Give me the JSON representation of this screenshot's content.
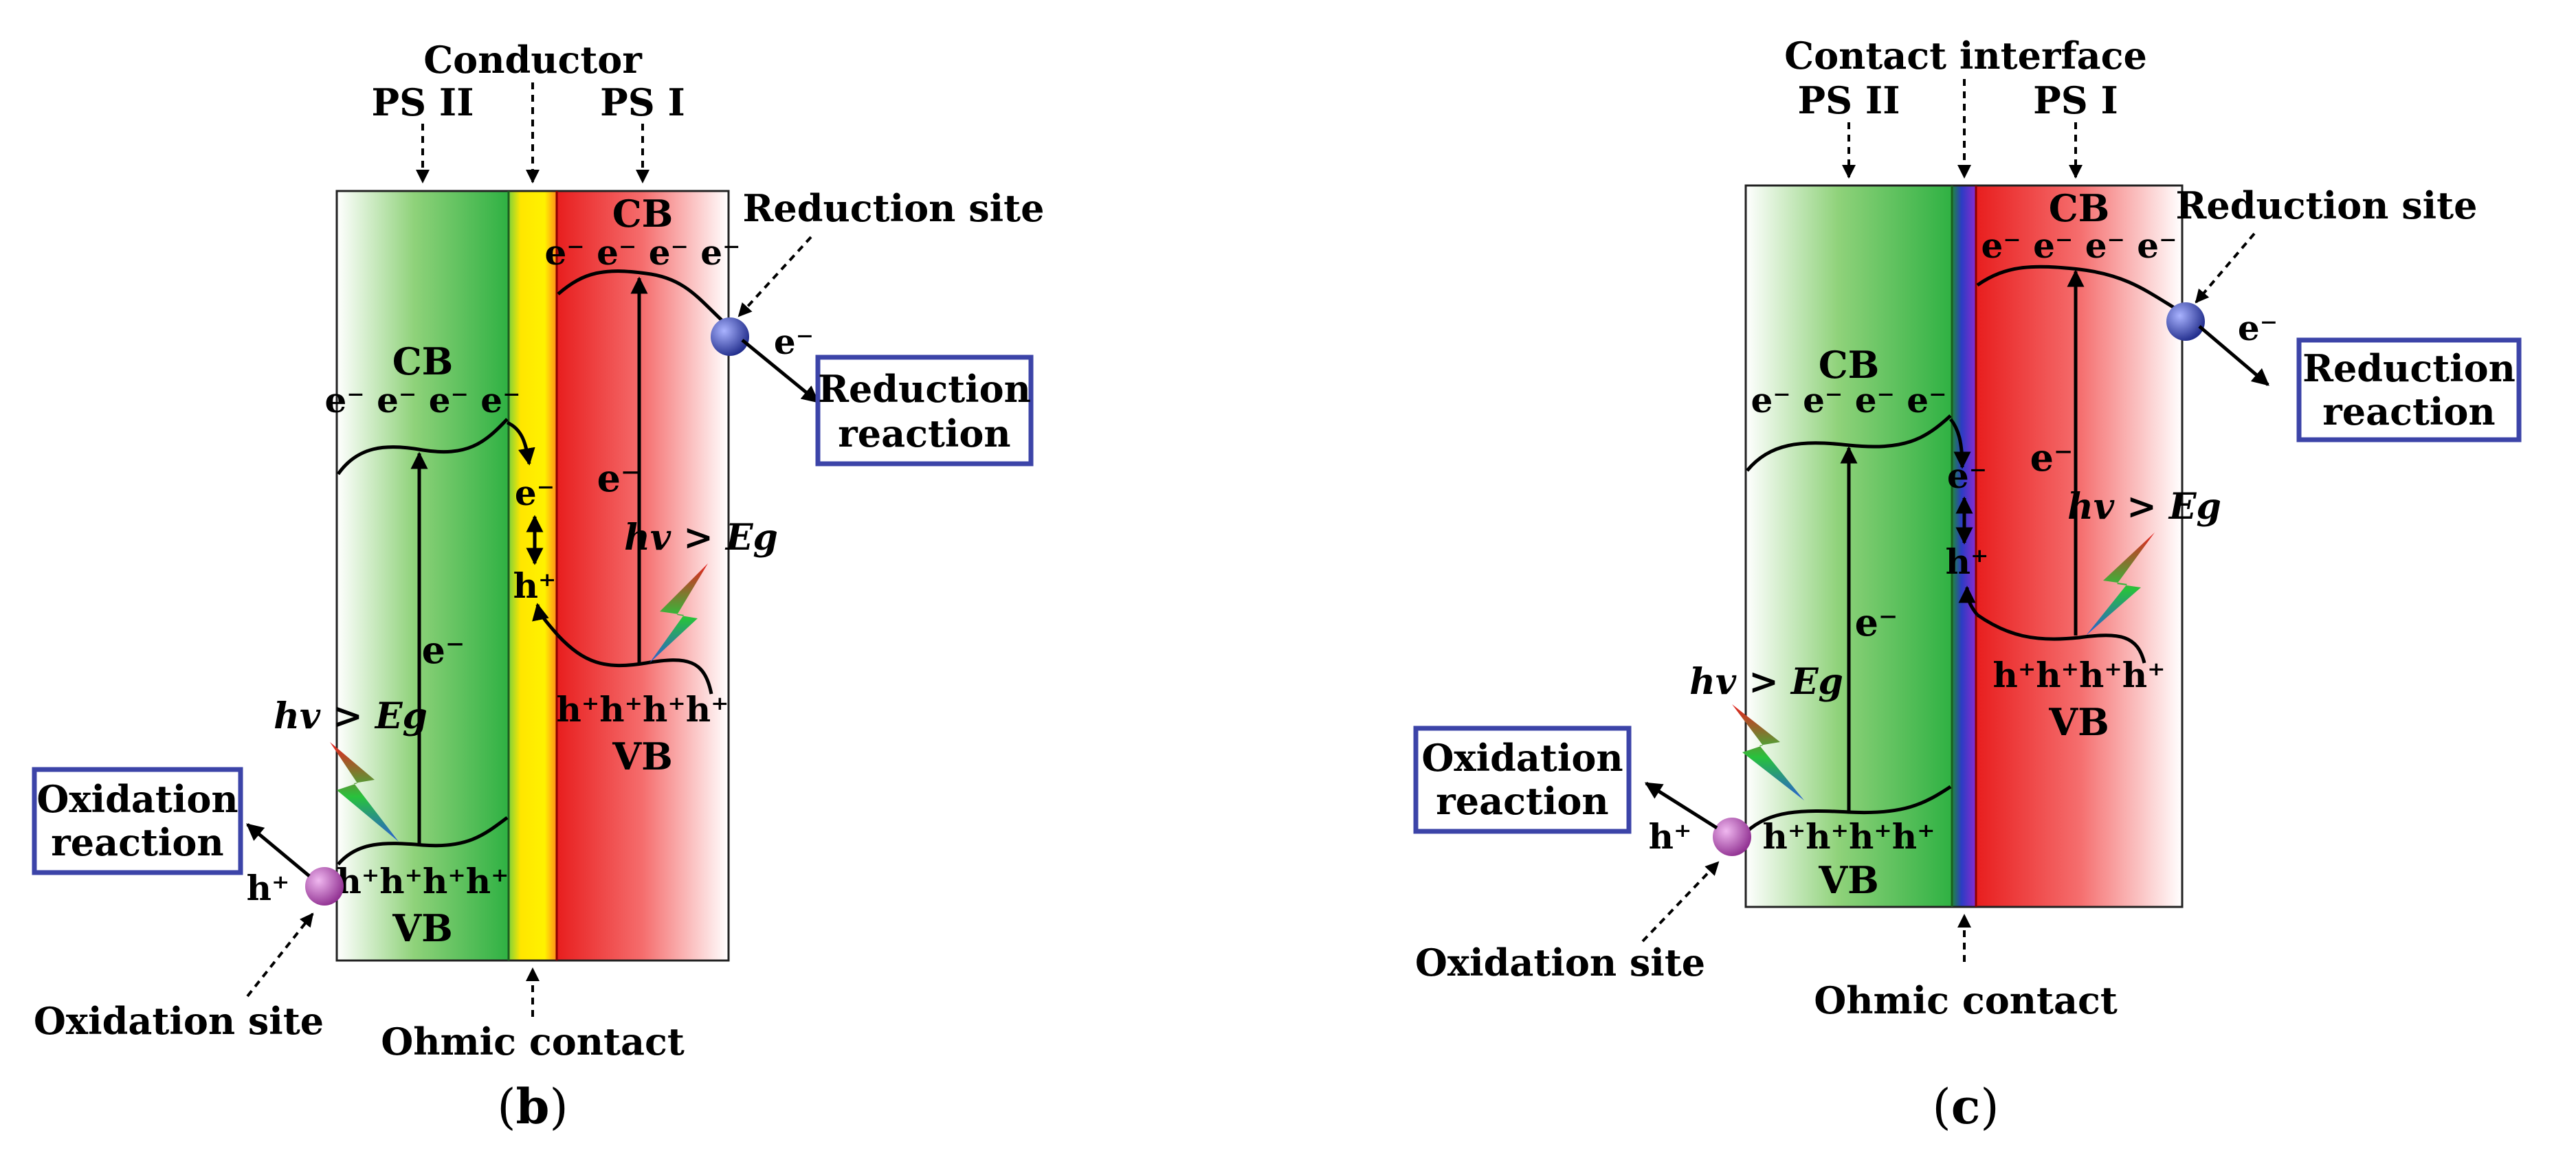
{
  "panel_b": {
    "conductor": "Conductor",
    "ps2": "PS II",
    "ps1": "PS I",
    "cb": "CB",
    "vb": "VB",
    "electrons": "e⁻ e⁻ e⁻ e⁻",
    "holes": "h⁺h⁺h⁺h⁺",
    "e_minus": "e⁻",
    "h_plus": "h⁺",
    "excitation": "hv > Eg",
    "reduction_site": "Reduction site",
    "oxidation_site": "Oxidation site",
    "reduction_reaction_1": "Reduction",
    "reduction_reaction_2": "reaction",
    "oxidation_reaction_1": "Oxidation",
    "oxidation_reaction_2": "reaction",
    "ohmic_contact": "Ohmic contact",
    "caption_open": "(",
    "caption_letter": "b",
    "caption_close": ")"
  },
  "panel_c": {
    "contact_interface": "Contact interface",
    "ps2": "PS II",
    "ps1": "PS I",
    "cb": "CB",
    "vb": "VB",
    "electrons": "e⁻ e⁻ e⁻ e⁻",
    "holes": "h⁺h⁺h⁺h⁺",
    "e_minus": "e⁻",
    "h_plus": "h⁺",
    "excitation": "hv > Eg",
    "reduction_site": "Reduction site",
    "oxidation_site": "Oxidation site",
    "reduction_reaction_1": "Reduction",
    "reduction_reaction_2": "reaction",
    "oxidation_reaction_1": "Oxidation",
    "oxidation_reaction_2": "reaction",
    "ohmic_contact": "Ohmic contact",
    "caption_open": "(",
    "caption_letter": "c",
    "caption_close": ")"
  },
  "colors": {
    "ps2_green": "#3bb84a",
    "ps1_red": "#ee2a2a",
    "conductor_yellow": "#ffe600",
    "interface_blue": "#2b3cc4",
    "box_border": "#3c44a8",
    "reduction_site_blue": "#2f3f9f",
    "oxidation_site_purple": "#b34fb2"
  }
}
